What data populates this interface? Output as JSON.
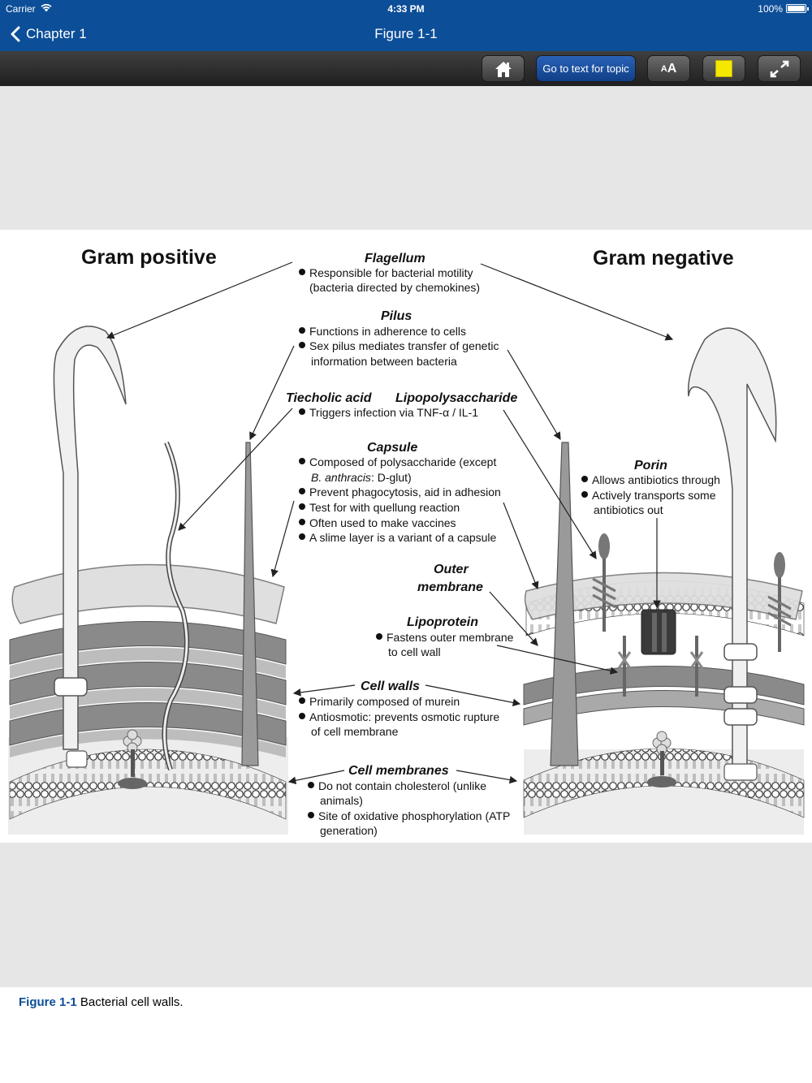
{
  "status": {
    "carrier": "Carrier",
    "time": "4:33 PM",
    "battery": "100%"
  },
  "nav": {
    "back_label": "Chapter 1",
    "title": "Figure 1-1"
  },
  "toolbar": {
    "goto_label": "Go to text for topic",
    "font_label_small": "A",
    "font_label_big": "A"
  },
  "figure": {
    "gram_positive": "Gram positive",
    "gram_negative": "Gram negative",
    "flagellum": {
      "title": "Flagellum",
      "b1": "Responsible for bacterial motility",
      "b1b": "(bacteria directed by chemokines)"
    },
    "pilus": {
      "title": "Pilus",
      "b1": "Functions in adherence to cells",
      "b2": "Sex pilus mediates transfer of genetic",
      "b2b": "information between bacteria"
    },
    "tiecholic": "Tiecholic acid",
    "lps": {
      "title": "Lipopolysaccharide",
      "b1": "Triggers infection via TNF-α / IL-1"
    },
    "capsule": {
      "title": "Capsule",
      "b1": "Composed of polysaccharide (except",
      "b1b_italic": "B. anthracis",
      "b1b_rest": ": D-glut)",
      "b2": "Prevent phagocytosis, aid in adhesion",
      "b3": "Test for with quellung reaction",
      "b4": "Often used to make vaccines",
      "b5": "A slime layer is a variant of a capsule"
    },
    "porin": {
      "title": "Porin",
      "b1": "Allows antibiotics through",
      "b2": "Actively transports some",
      "b2b": "antibiotics out"
    },
    "outer_membrane_1": "Outer",
    "outer_membrane_2": "membrane",
    "lipoprotein": {
      "title": "Lipoprotein",
      "b1": "Fastens outer membrane",
      "b1b": "to cell wall"
    },
    "cell_walls": {
      "title": "Cell walls",
      "b1": "Primarily composed of murein",
      "b2": "Antiosmotic: prevents osmotic rupture",
      "b2b": "of cell membrane"
    },
    "cell_membranes": {
      "title": "Cell membranes",
      "b1": "Do not contain cholesterol (unlike",
      "b1b": "animals)",
      "b2": "Site of oxidative phosphorylation (ATP",
      "b2b": "generation)"
    }
  },
  "caption": {
    "number": "Figure 1-1",
    "text": " Bacterial cell walls."
  }
}
